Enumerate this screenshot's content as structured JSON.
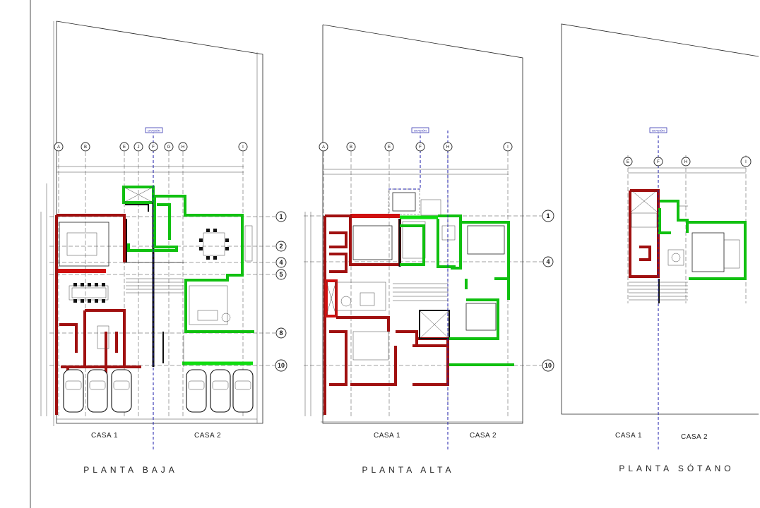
{
  "sheets": [
    {
      "id": "baja",
      "title": "PLANTA  BAJA",
      "casa_left": "CASA 1",
      "casa_right": "CASA 2",
      "grid_letters": [
        "A",
        "B",
        "E",
        "J",
        "F",
        "G",
        "H",
        "I"
      ],
      "grid_numbers": [
        "1",
        "2",
        "4",
        "5",
        "8",
        "10"
      ],
      "division_label": "DIVISIÓN"
    },
    {
      "id": "alta",
      "title": "PLANTA  ALTA",
      "casa_left": "CASA 1",
      "casa_right": "CASA 2",
      "grid_letters": [
        "A",
        "B",
        "E",
        "F",
        "H",
        "I"
      ],
      "grid_numbers": [
        "1",
        "4",
        "10"
      ],
      "division_label": "DIVISIÓN"
    },
    {
      "id": "sotano",
      "title": "PLANTA  SÓTANO",
      "casa_left": "CASA 1",
      "casa_right": "CASA 2",
      "grid_letters": [
        "E",
        "F",
        "H",
        "I"
      ],
      "grid_numbers": [],
      "division_label": "DIVISIÓN"
    }
  ],
  "colors": {
    "casa1_walls": "#a01010",
    "casa2_walls": "#10c010",
    "division_axis": "#1a1aa8",
    "linework": "#222222"
  }
}
